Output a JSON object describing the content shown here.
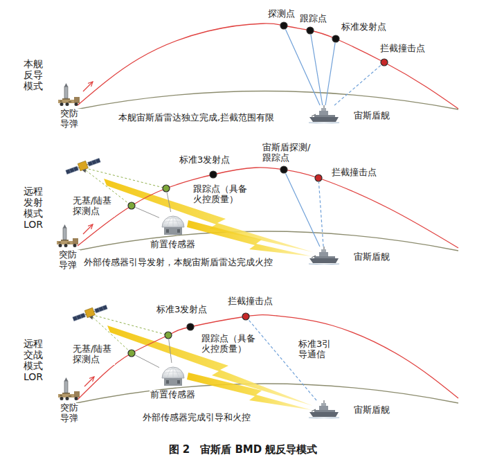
{
  "diagram": {
    "caption": "图 2　宙斯盾 BMD 舰反导模式",
    "nodes": [
      {
        "text": [
          "突防导弹"
        ]
      },
      {
        "text": [
          "探测点"
        ]
      },
      {
        "text": [
          "跟踪点"
        ]
      },
      {
        "text": [
          "标准发射点"
        ]
      },
      {
        "text": [
          "拦截撞击点"
        ]
      },
      {
        "text": [
          "宙斯盾舰"
        ]
      },
      {
        "text": [
          "突防导弹"
        ]
      },
      {
        "text": [
          "无基/陆基探测点"
        ]
      },
      {
        "text": [
          "跟踪点（具备火控质量）"
        ]
      },
      {
        "text": [
          "前置传感器"
        ]
      },
      {
        "text": [
          "标准3发射点"
        ]
      },
      {
        "text": [
          "宙斯盾探测/跟踪点"
        ]
      },
      {
        "text": [
          "拦截撞击点"
        ]
      },
      {
        "text": [
          "宙斯盾舰"
        ]
      },
      {
        "text": [
          "突防导弹"
        ]
      },
      {
        "text": [
          "无基/陆基探测点"
        ]
      },
      {
        "text": [
          "跟踪点（具备火控质量）"
        ]
      },
      {
        "text": [
          "前置传感器"
        ]
      },
      {
        "text": [
          "标准3发射点"
        ]
      },
      {
        "text": [
          "拦截撞击点"
        ]
      },
      {
        "text": [
          "宙斯盾舰"
        ]
      }
    ],
    "edges": [
      {
        "from": 5,
        "to": 1,
        "arrow": "none"
      },
      {
        "from": 5,
        "to": 2,
        "arrow": "none"
      },
      {
        "from": 5,
        "to": 3,
        "arrow": "none"
      },
      {
        "from": 5,
        "to": 4,
        "arrow": "none"
      },
      {
        "from": 9,
        "to": 7,
        "arrow": "none"
      },
      {
        "from": 9,
        "to": 8,
        "arrow": "none"
      },
      {
        "from": 13,
        "to": 11,
        "arrow": "none"
      },
      {
        "from": 13,
        "to": 12,
        "arrow": "none"
      },
      {
        "from": 17,
        "to": 15,
        "arrow": "none"
      },
      {
        "from": 17,
        "to": 16,
        "arrow": "none"
      },
      {
        "from": 20,
        "to": 19,
        "arrow": "none",
        "label": "标准3引导通信"
      }
    ],
    "labels": [
      "本舰反导模式",
      "本舰宙斯盾雷达独立完成,拦截范围有限",
      "远程发射模式LOR",
      "外部传感器引导发射，本舰宙斯盾雷达完成火控",
      "远程交战模式LOR",
      "外部传感器完成引导和火控"
    ]
  }
}
